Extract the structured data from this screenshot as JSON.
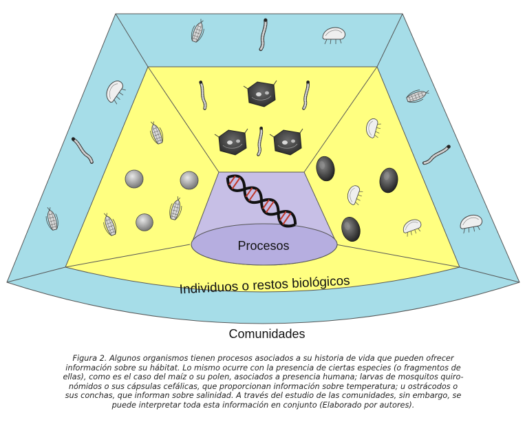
{
  "labels": {
    "outer": "Comunidades",
    "middle": "Individuos o restos biológicos",
    "inner": "Procesos"
  },
  "caption": "Figura 2. Algunos organismos tienen procesos asociados a su historia de vida que pueden ofrecer información sobre su hábitat. Lo mismo ocurre con la presencia de ciertas especies (o fragmentos de ellas), como es el caso del maíz o su polen, asociados a presencia humana; larvas de mosquitos quiro-nómidos o sus cápsulas cefálicas, que proporcionan información sobre temperatura; u ostrácodos o sus conchas, que informan sobre salinidad. A través del estudio de las comunidades, sin embargo, se puede interpretar toda esta información en conjunto (Elaborado por autores).",
  "colors": {
    "outer": "#a6dde8",
    "middle": "#ffff80",
    "inner": "#c7bfe6",
    "inner_ellipse": "#b6aee0",
    "dna": "#111111",
    "dna_accent": "#c0392b"
  },
  "icons": [
    "corn-cob-icon",
    "larva-icon",
    "ostracod-icon",
    "pollen-grain-icon",
    "head-capsule-icon",
    "ostracod-shell-icon",
    "dna-icon"
  ]
}
